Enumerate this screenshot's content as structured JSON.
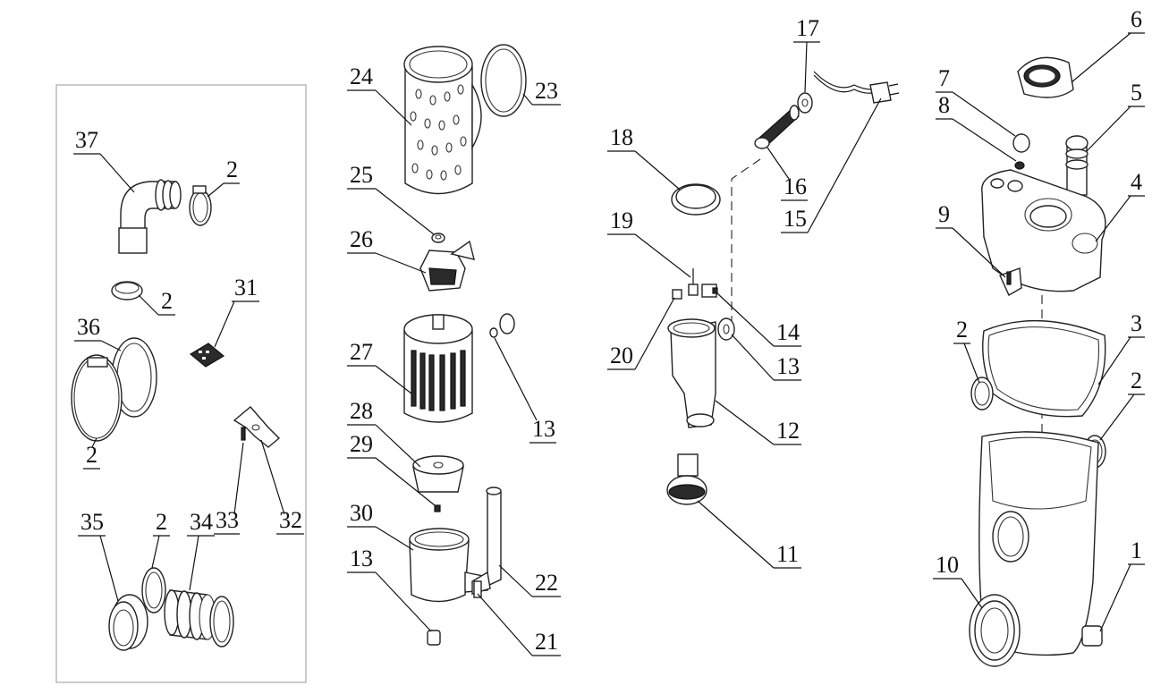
{
  "labels": {
    "l1": "1",
    "l2": "2",
    "l3": "3",
    "l4": "4",
    "l5": "5",
    "l6": "6",
    "l7": "7",
    "l8": "8",
    "l9": "9",
    "l10": "10",
    "l11": "11",
    "l12": "12",
    "l13": "13",
    "l14": "14",
    "l15": "15",
    "l16": "16",
    "l17": "17",
    "l18": "18",
    "l19": "19",
    "l20": "20",
    "l21": "21",
    "l22": "22",
    "l23": "23",
    "l24": "24",
    "l25": "25",
    "l26": "26",
    "l27": "27",
    "l28": "28",
    "l29": "29",
    "l30": "30",
    "l31": "31",
    "l32": "32",
    "l33": "33",
    "l34": "34",
    "l35": "35",
    "l36": "36",
    "l37": "37"
  }
}
